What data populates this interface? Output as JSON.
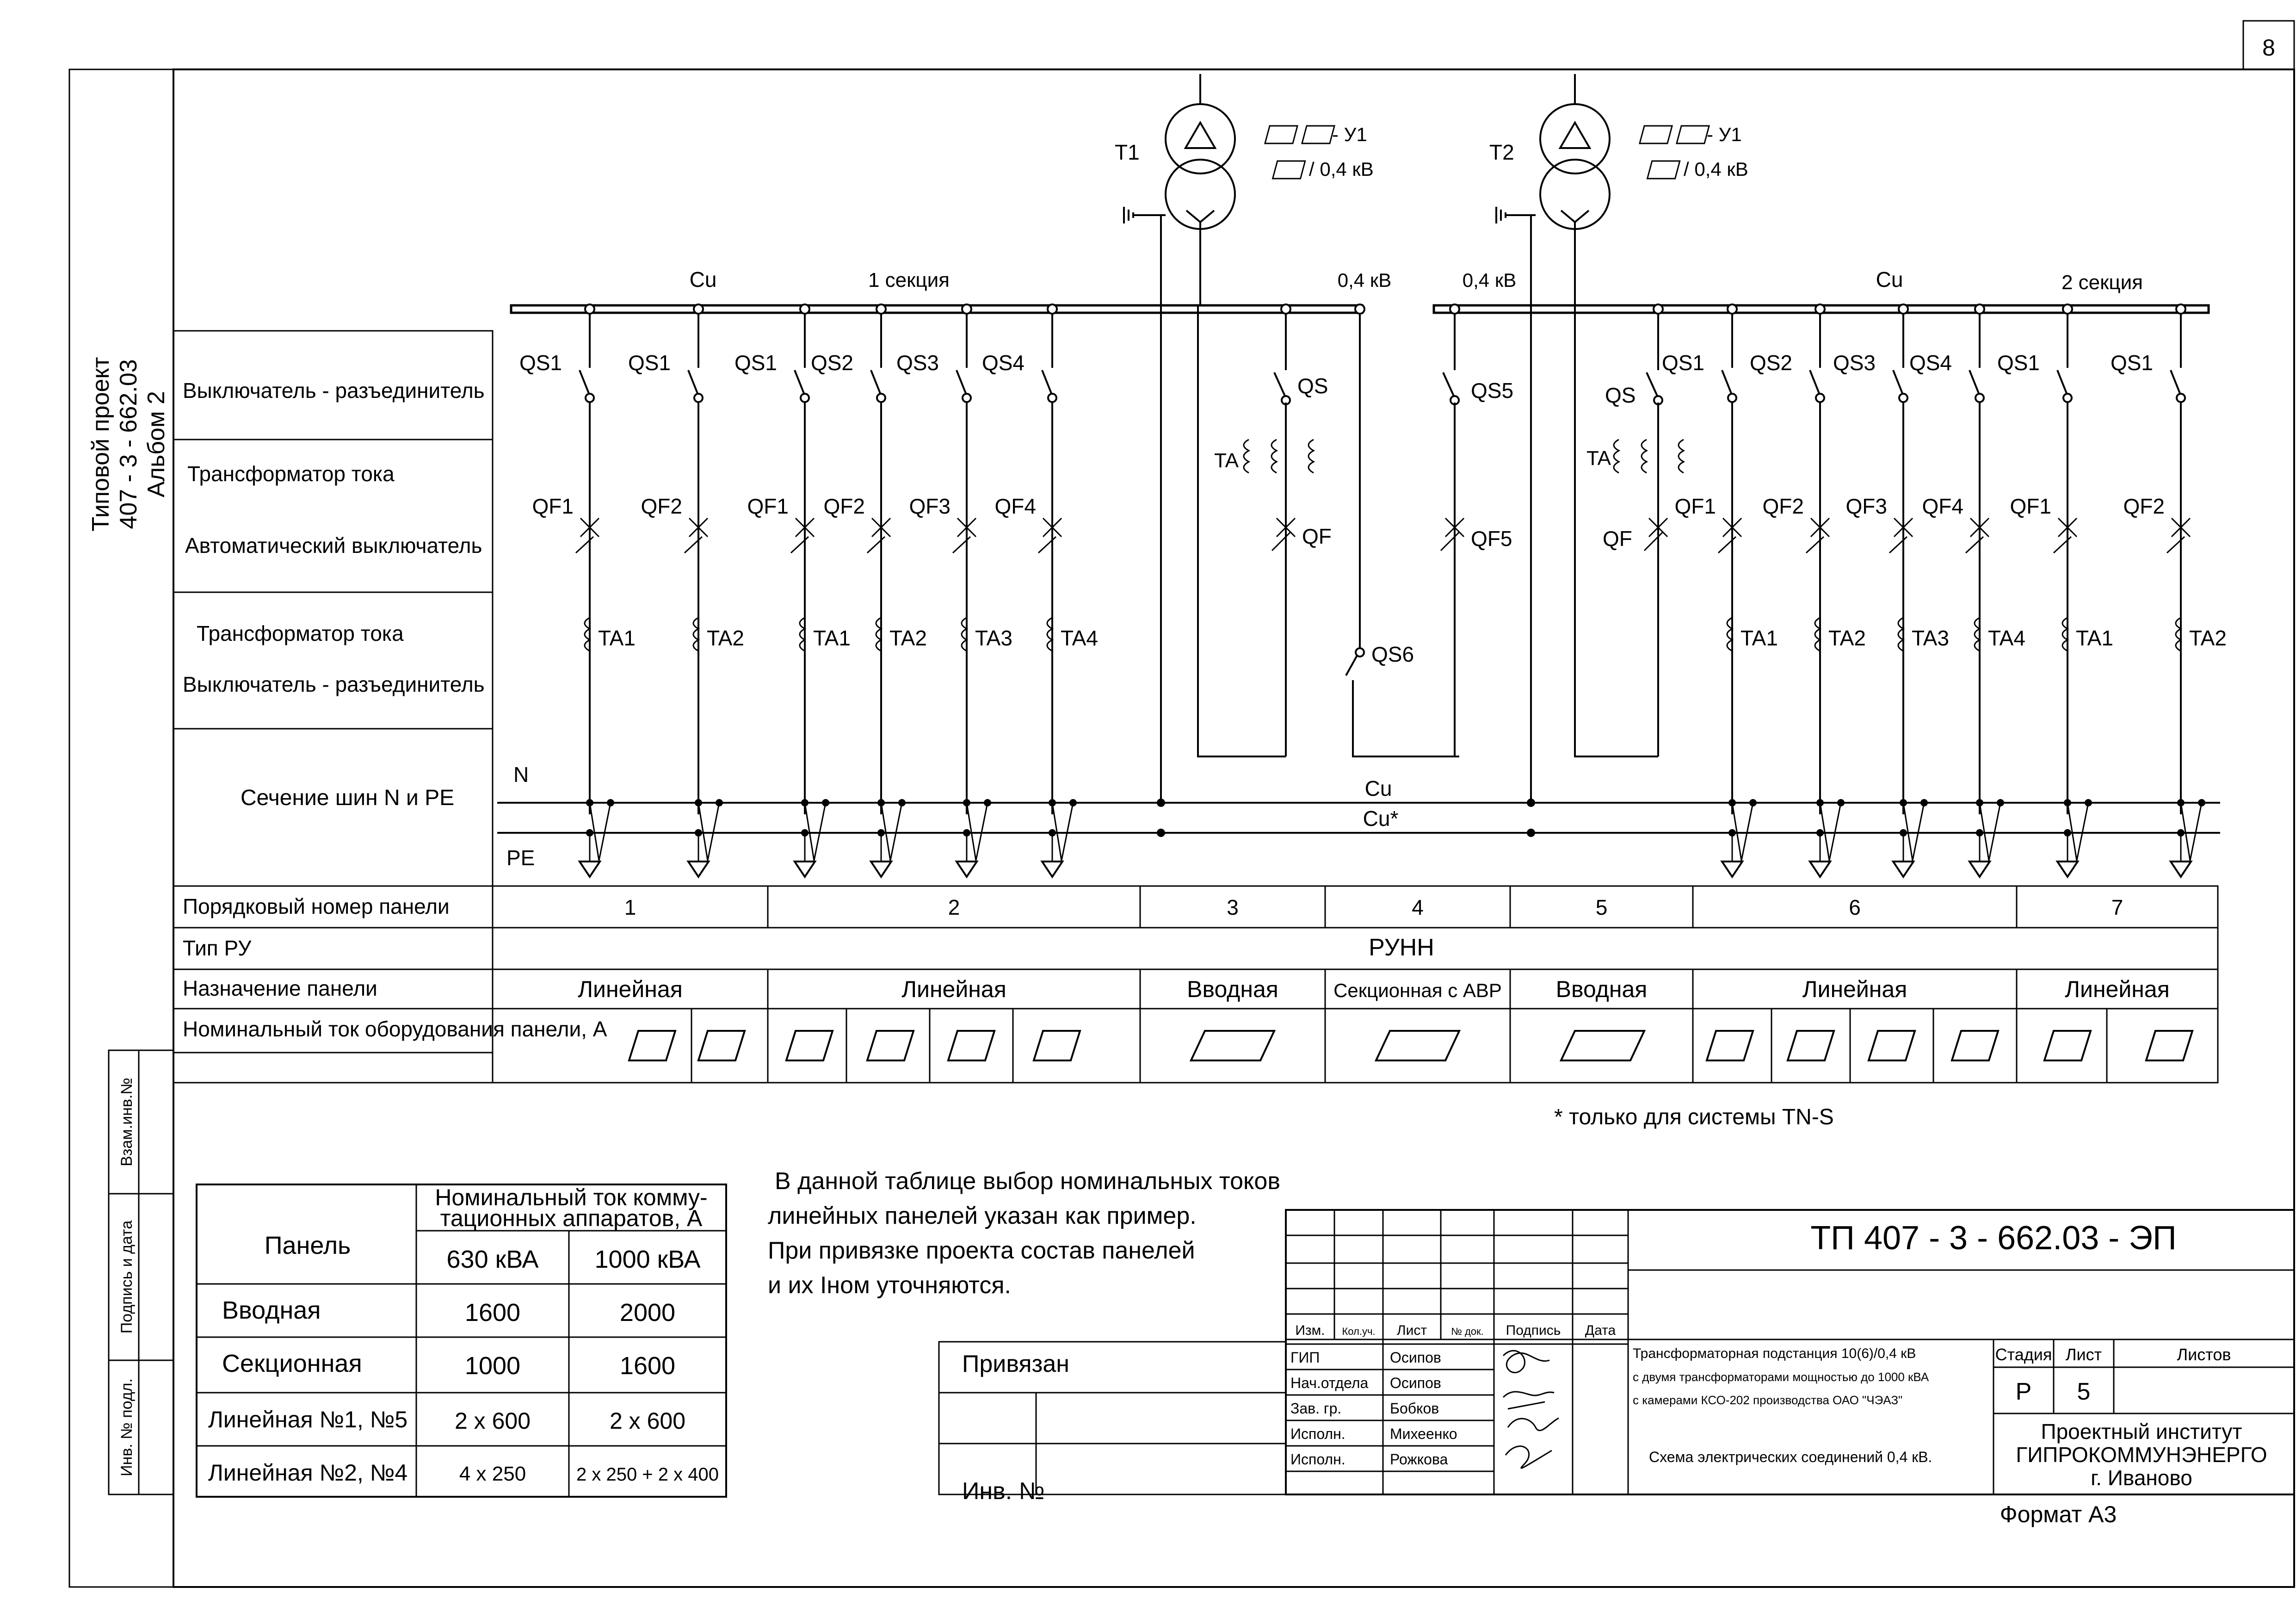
{
  "sheet_number": "8",
  "stamp_left": {
    "line1": "Типовой проект",
    "line2": "407 - 3 - 662.03",
    "line3": "Альбом 2"
  },
  "side_strip": {
    "f1": "Взам.инв.№",
    "f2": "Подпись и дата",
    "f3": "Инв. № подл."
  },
  "row_labels": {
    "switch_disconnector_top": "Выключатель - разъединитель",
    "current_transformer_top": "Трансформатор тока",
    "circuit_breaker": "Автоматический выключатель",
    "current_transformer_bottom": "Трансформатор тока",
    "switch_disconnector_bottom": "Выключатель - разъединитель",
    "busbar_section": "Сечение шин N и PE",
    "panel_number": "Порядковый номер панели",
    "ru_type": "Тип РУ",
    "panel_purpose": "Назначение панели",
    "nominal_current": "Номинальный ток оборудования панели, А"
  },
  "transformers": [
    {
      "name": "T1",
      "voltage_line1": "-  У1",
      "voltage_line2": "/ 0,4 кВ"
    },
    {
      "name": "T2",
      "voltage_line1": "-  У1",
      "voltage_line2": "/ 0,4 кВ"
    }
  ],
  "bus_labels": {
    "cu1": "Cu",
    "section1": "1 секция",
    "kv1": "0,4 кВ",
    "kv2": "0,4 кВ",
    "cu2": "Cu",
    "section2": "2 секция"
  },
  "nbus": {
    "n": "N",
    "pe": "PE",
    "cu": "Cu",
    "custar": "Cu*"
  },
  "feeders": [
    {
      "qs": "QS1",
      "qf": "QF1",
      "ta": "TA1"
    },
    {
      "qs": "QS1",
      "qf": "QF2",
      "ta": "TA2"
    },
    {
      "qs": "QS1",
      "qf": "QF1",
      "ta": "TA1"
    },
    {
      "qs": "QS2",
      "qf": "QF2",
      "ta": "TA2"
    },
    {
      "qs": "QS3",
      "qf": "QF3",
      "ta": "TA3"
    },
    {
      "qs": "QS4",
      "qf": "QF4",
      "ta": "TA4"
    },
    {
      "qs": "QS1",
      "qf": "QF1",
      "ta": "TA1"
    },
    {
      "qs": "QS2",
      "qf": "QF2",
      "ta": "TA2"
    },
    {
      "qs": "QS3",
      "qf": "QF3",
      "ta": "TA3"
    },
    {
      "qs": "QS4",
      "qf": "QF4",
      "ta": "TA4"
    },
    {
      "qs": "QS1",
      "qf": "QF1",
      "ta": "TA1"
    },
    {
      "qs": "QS1",
      "qf": "QF2",
      "ta": "TA2"
    }
  ],
  "incomers": {
    "left": {
      "qs": "QS",
      "ta": "TA",
      "qf": "QF"
    },
    "right": {
      "qs": "QS",
      "ta": "TA",
      "qf": "QF"
    },
    "sectional": {
      "qs5": "QS5",
      "qf5": "QF5",
      "qs6": "QS6"
    }
  },
  "panels": {
    "numbers": [
      "1",
      "2",
      "3",
      "4",
      "5",
      "6",
      "7"
    ],
    "ru_type": "РУНН",
    "purposes": [
      "Линейная",
      "Линейная",
      "Вводная",
      "Секционная с АВР",
      "Вводная",
      "Линейная",
      "Линейная"
    ]
  },
  "footnote": "* только для системы TN-S",
  "current_table": {
    "col_panel": "Панель",
    "col_group": "Номинальный ток коммутационных аппаратов, А",
    "col_group_line1": "Номинальный ток комму-",
    "col_group_line2": "тационных аппаратов, А",
    "col_630": "630 кВА",
    "col_1000": "1000 кВА",
    "rows": [
      {
        "panel": "Вводная",
        "v630": "1600",
        "v1000": "2000"
      },
      {
        "panel": "Секционная",
        "v630": "1000",
        "v1000": "1600"
      },
      {
        "panel": "Линейная №1, №5",
        "v630": "2 x 600",
        "v1000": "2 x 600"
      },
      {
        "panel": "Линейная №2, №4",
        "v630": "4 x 250",
        "v1000": "2 x 250 + 2 x 400"
      }
    ]
  },
  "note": {
    "l1": "В данной таблице выбор номинальных токов",
    "l2": "линейных панелей указан как пример.",
    "l3": "При привязке проекта состав панелей",
    "l4": "и их Iном уточняются."
  },
  "binding": {
    "privyazan": "Привязан",
    "inv": "Инв. №"
  },
  "title_block": {
    "code": "ТП  407 - 3 - 662.03 - ЭП",
    "heads": [
      "Изм.",
      "Кол.уч.",
      "Лист",
      "№ док.",
      "Подпись",
      "Дата"
    ],
    "roles": [
      {
        "role": "ГИП",
        "name": "Осипов"
      },
      {
        "role": "Нач.отдела",
        "name": "Осипов"
      },
      {
        "role": "Зав. гр.",
        "name": "Бобков"
      },
      {
        "role": "Исполн.",
        "name": "Михеенко"
      },
      {
        "role": "Исполн.",
        "name": "Рожкова"
      }
    ],
    "desc1": "Трансформаторная подстанция 10(6)/0,4 кВ",
    "desc2": "с двумя трансформаторами мощностью до 1000 кВА",
    "desc3": "с камерами КСО-202 производства ОАО \"ЧЭАЗ\"",
    "scheme": "Схема  электрических соединений 0,4 кВ.",
    "stage_h": "Стадия",
    "sheet_h": "Лист",
    "sheets_h": "Листов",
    "stage": "Р",
    "sheet": "5",
    "org1": "Проектный институт",
    "org2": "ГИПРОКОММУНЭНЕРГО",
    "org3": "г. Иваново",
    "format": "Формат А3"
  }
}
